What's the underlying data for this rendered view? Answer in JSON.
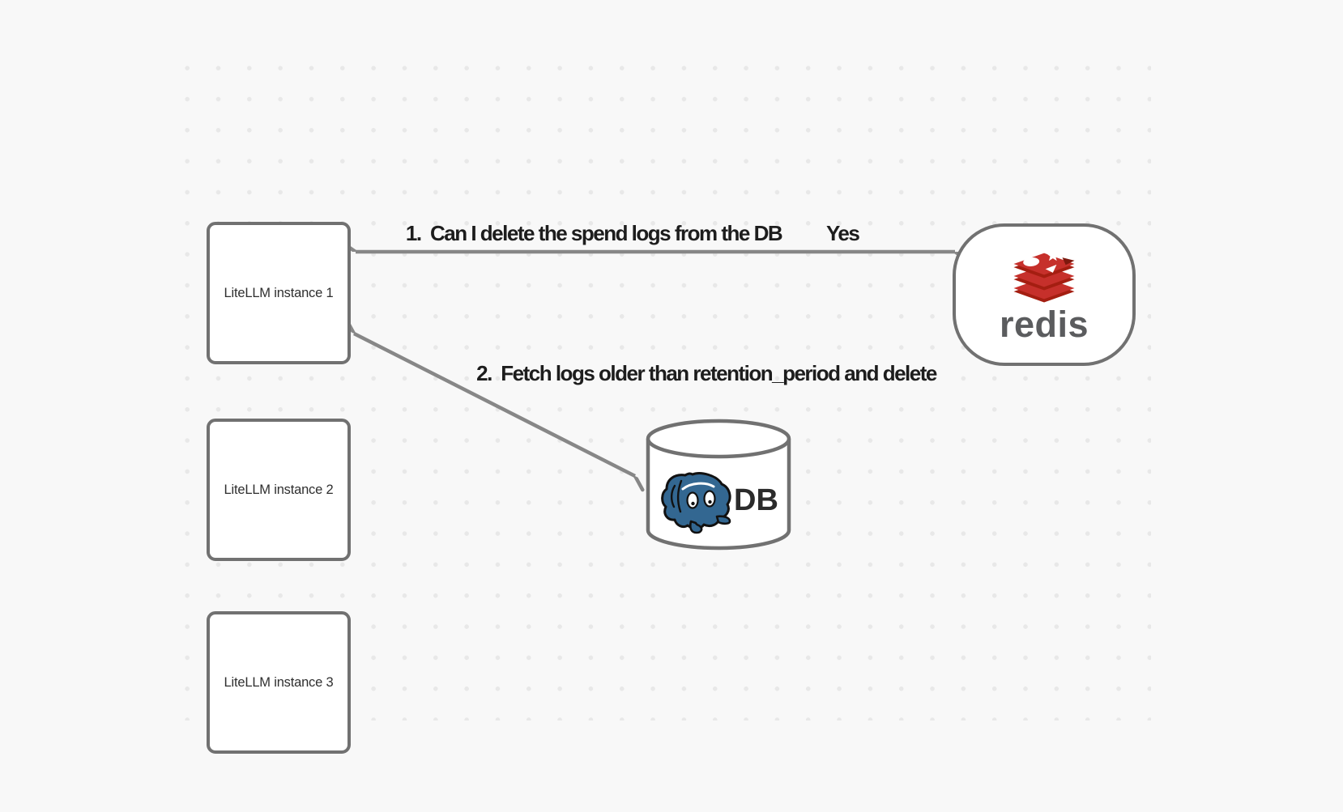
{
  "canvas": {
    "background": "#f8f8f8",
    "dot_color": "#e8e8e8",
    "shape_stroke": "#717171",
    "arrow_color": "#878787",
    "annotation_color": "#1d1d1d"
  },
  "nodes": {
    "instance1": {
      "label": "LiteLLM instance 1"
    },
    "instance2": {
      "label": "LiteLLM instance 2"
    },
    "instance3": {
      "label": "LiteLLM instance 3"
    },
    "redis": {
      "label": "redis"
    },
    "db": {
      "label": "DB"
    }
  },
  "annotations": {
    "step1": "1.  Can I delete the spend logs from the DB",
    "step1_answer": "Yes",
    "step2": "2.  Fetch logs older than retention_period and delete"
  },
  "icons": {
    "redis_logo": {
      "name": "redis-logo-icon",
      "red": "#C6302B",
      "dark_red": "#A41E11",
      "notch": "#7c190e"
    },
    "postgres_logo": {
      "name": "postgresql-elephant-icon",
      "blue": "#336791",
      "outline": "#111111"
    }
  }
}
